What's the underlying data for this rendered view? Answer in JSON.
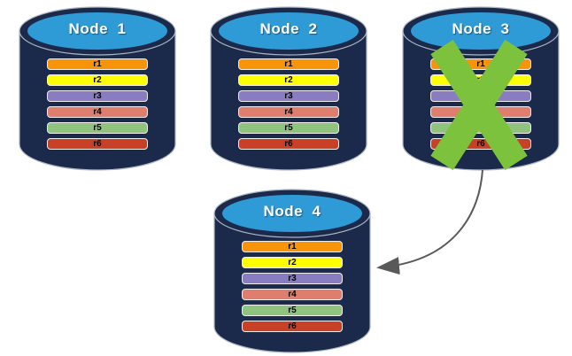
{
  "nodes": [
    {
      "title": "Node  1",
      "failed": false,
      "records": [
        {
          "label": "r1",
          "color": "#F7940A"
        },
        {
          "label": "r2",
          "color": "#FFFF00"
        },
        {
          "label": "r3",
          "color": "#8A7CC0"
        },
        {
          "label": "r4",
          "color": "#DF7E6E"
        },
        {
          "label": "r5",
          "color": "#90C47E"
        },
        {
          "label": "r6",
          "color": "#C84026"
        }
      ]
    },
    {
      "title": "Node  2",
      "failed": false,
      "records": [
        {
          "label": "r1",
          "color": "#F7940A"
        },
        {
          "label": "r2",
          "color": "#FFFF00"
        },
        {
          "label": "r3",
          "color": "#8A7CC0"
        },
        {
          "label": "r4",
          "color": "#DF7E6E"
        },
        {
          "label": "r5",
          "color": "#90C47E"
        },
        {
          "label": "r6",
          "color": "#C84026"
        }
      ]
    },
    {
      "title": "Node  3",
      "failed": true,
      "records": [
        {
          "label": "r1",
          "color": "#F7940A"
        },
        {
          "label": "r2",
          "color": "#FFFF00"
        },
        {
          "label": "r3",
          "color": "#8A7CC0"
        },
        {
          "label": "r4",
          "color": "#DF7E6E"
        },
        {
          "label": "r5",
          "color": "#90C47E"
        },
        {
          "label": "r6",
          "color": "#C84026"
        }
      ]
    },
    {
      "title": "Node  4",
      "failed": false,
      "records": [
        {
          "label": "r1",
          "color": "#F7940A"
        },
        {
          "label": "r2",
          "color": "#FFFF00"
        },
        {
          "label": "r3",
          "color": "#8A7CC0"
        },
        {
          "label": "r4",
          "color": "#DF7E6E"
        },
        {
          "label": "r5",
          "color": "#90C47E"
        },
        {
          "label": "r6",
          "color": "#C84026"
        }
      ]
    }
  ],
  "arrow": {
    "from": "Node 3",
    "to": "Node 4"
  },
  "colors": {
    "background": "#FFFFFF",
    "cylinder_body": "#1B2A4A",
    "cylinder_cap": "#2E9BD6",
    "cylinder_edge": "#AEB6C4",
    "title_text": "#FFFFFF",
    "record_text": "#000000",
    "failure_x": "#7DC23C",
    "arrow": "#595959"
  }
}
